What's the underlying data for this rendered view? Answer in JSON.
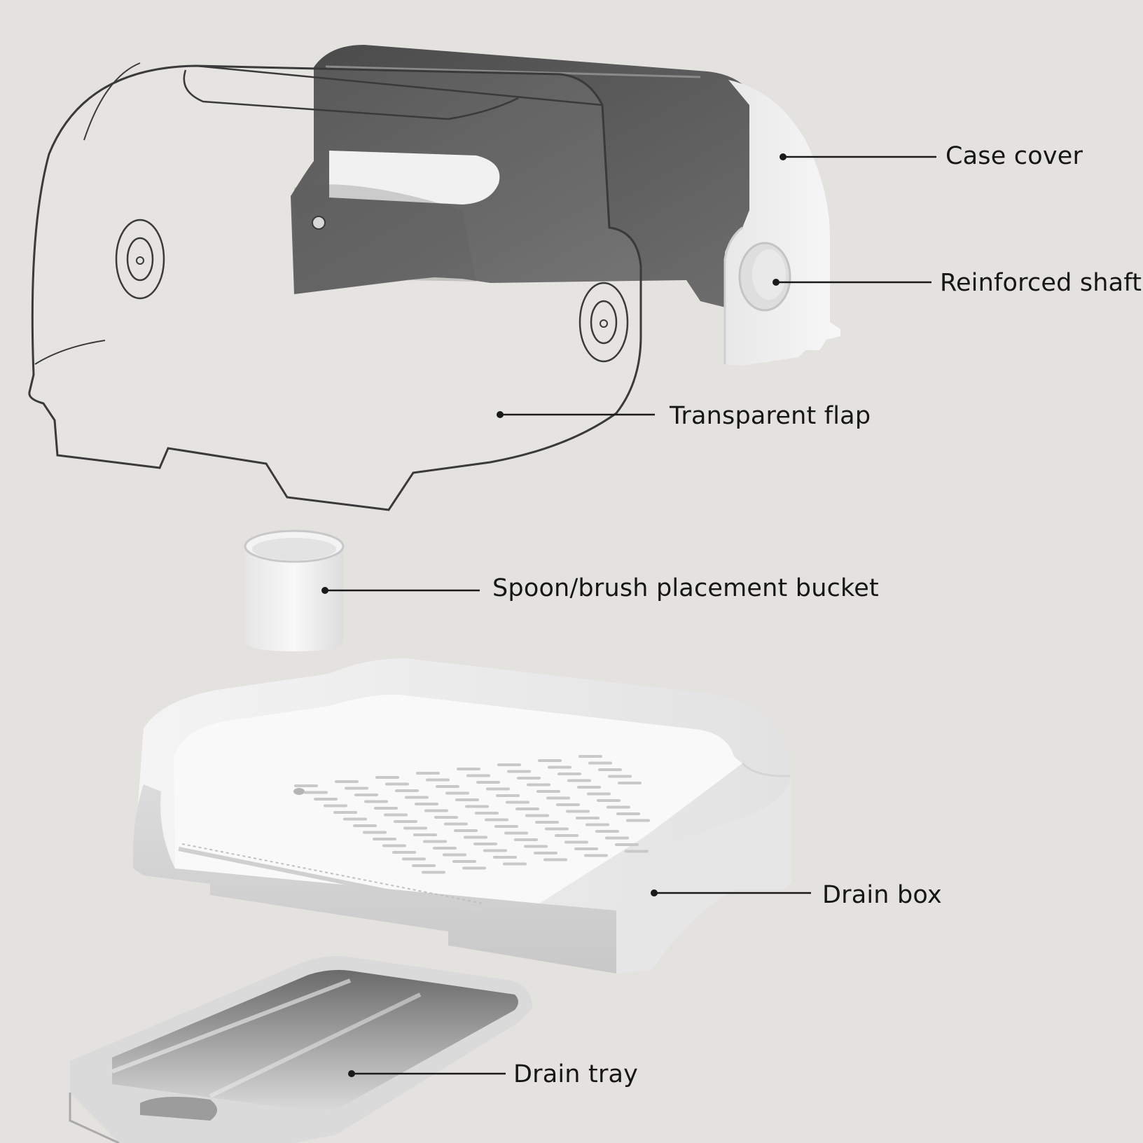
{
  "labels": {
    "case_cover": "Case cover",
    "reinforced_shaft": "Reinforced shaft",
    "transparent_flap": "Transparent flap",
    "bucket": "Spoon/brush placement bucket",
    "drain_box": "Drain box",
    "drain_tray": "Drain tray"
  },
  "colors": {
    "background": "#e4e2df",
    "leader_line": "#1a1a1a",
    "cover_dark_panel": "#5e5e5e",
    "plastic_white": "#f2f2f2",
    "tray_grey": "#8a8a8a"
  }
}
